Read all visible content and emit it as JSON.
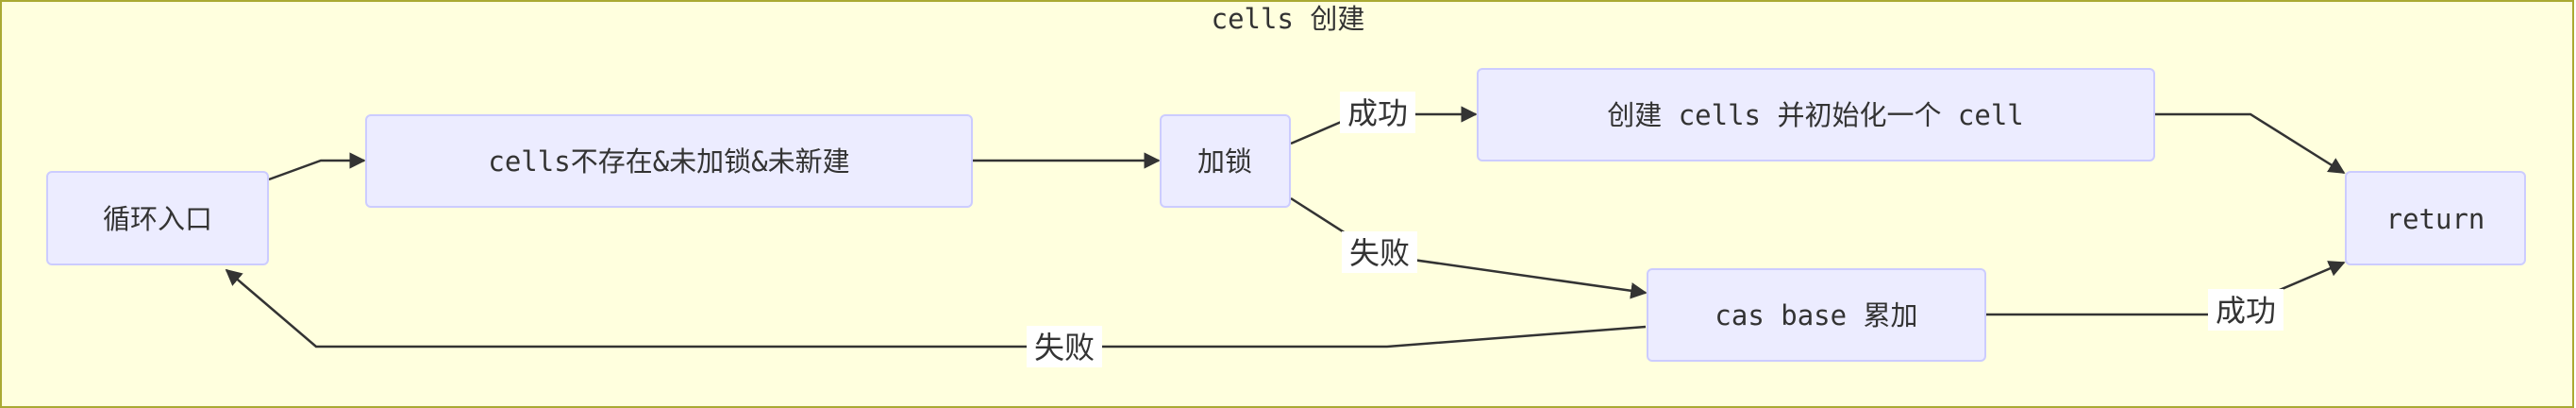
{
  "subgraph": {
    "title": "cells 创建"
  },
  "nodes": {
    "loop_entry": "循环入口",
    "cells_check": "cells不存在&未加锁&未新建",
    "lock": "加锁",
    "create_cells": "创建 cells 并初始化一个 cell",
    "cas_base": "cas base 累加",
    "return": "return"
  },
  "edges": {
    "lock_success": "成功",
    "lock_fail": "失败",
    "cas_fail": "失败",
    "cas_success": "成功"
  },
  "colors": {
    "cluster_fill": "#ffffde",
    "cluster_stroke": "#aaaa33",
    "node_fill": "#ECECFF",
    "node_stroke": "#CCCCFF",
    "edge": "#333333",
    "text": "#333333"
  }
}
